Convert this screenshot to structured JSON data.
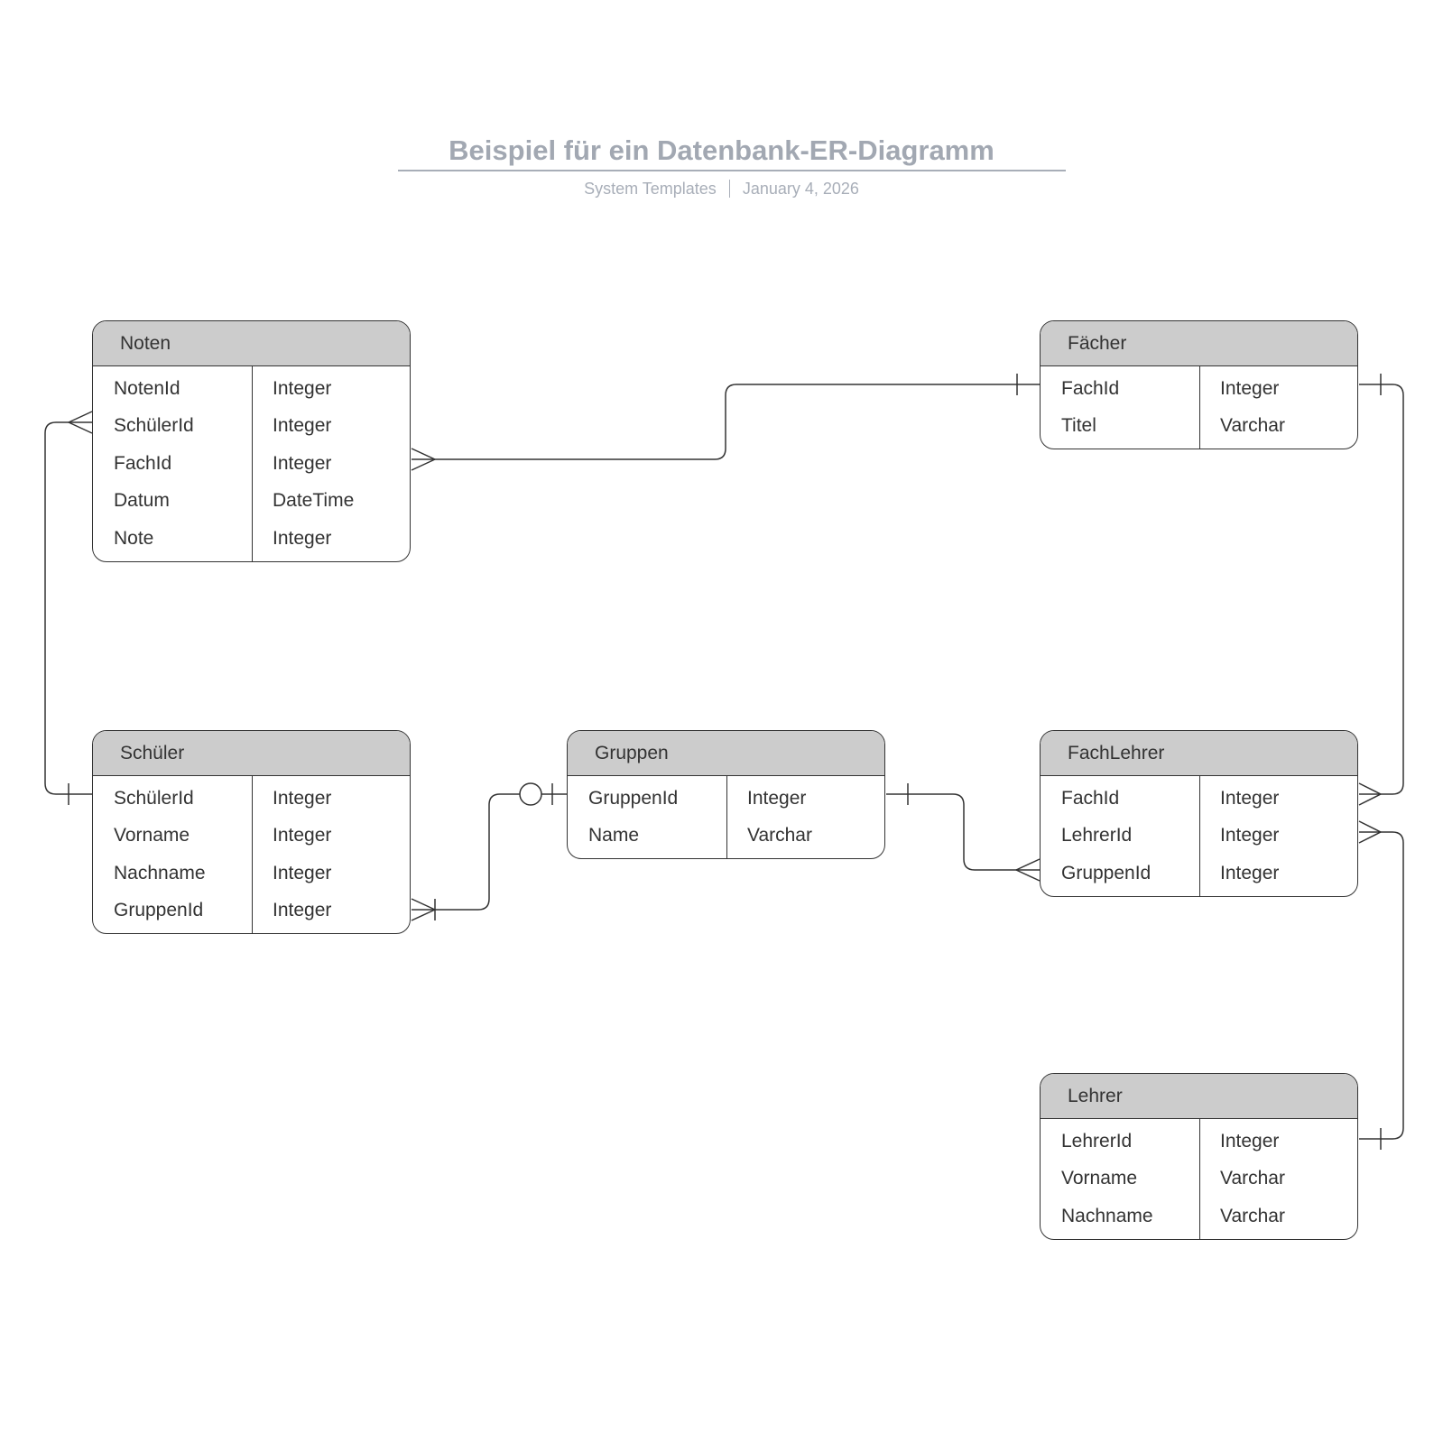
{
  "header": {
    "title": "Beispiel für ein Datenbank-ER-Diagramm",
    "author": "System Templates",
    "date": "January 4, 2026"
  },
  "entities": {
    "noten": {
      "name": "Noten",
      "fields": [
        {
          "name": "NotenId",
          "type": "Integer"
        },
        {
          "name": "SchülerId",
          "type": "Integer"
        },
        {
          "name": "FachId",
          "type": "Integer"
        },
        {
          "name": "Datum",
          "type": "DateTime"
        },
        {
          "name": "Note",
          "type": "Integer"
        }
      ]
    },
    "faecher": {
      "name": "Fächer",
      "fields": [
        {
          "name": "FachId",
          "type": "Integer"
        },
        {
          "name": "Titel",
          "type": "Varchar"
        }
      ]
    },
    "schueler": {
      "name": "Schüler",
      "fields": [
        {
          "name": "SchülerId",
          "type": "Integer"
        },
        {
          "name": "Vorname",
          "type": "Integer"
        },
        {
          "name": "Nachname",
          "type": "Integer"
        },
        {
          "name": "GruppenId",
          "type": "Integer"
        }
      ]
    },
    "gruppen": {
      "name": "Gruppen",
      "fields": [
        {
          "name": "GruppenId",
          "type": "Integer"
        },
        {
          "name": "Name",
          "type": "Varchar"
        }
      ]
    },
    "fachlehrer": {
      "name": "FachLehrer",
      "fields": [
        {
          "name": "FachId",
          "type": "Integer"
        },
        {
          "name": "LehrerId",
          "type": "Integer"
        },
        {
          "name": "GruppenId",
          "type": "Integer"
        }
      ]
    },
    "lehrer": {
      "name": "Lehrer",
      "fields": [
        {
          "name": "LehrerId",
          "type": "Integer"
        },
        {
          "name": "Vorname",
          "type": "Varchar"
        },
        {
          "name": "Nachname",
          "type": "Varchar"
        }
      ]
    }
  },
  "relationships": [
    {
      "from": "Noten.FachId",
      "from_cardinality": "many",
      "to": "Fächer.FachId",
      "to_cardinality": "one"
    },
    {
      "from": "Noten.SchülerId",
      "from_cardinality": "many",
      "to": "Schüler.SchülerId",
      "to_cardinality": "one"
    },
    {
      "from": "Schüler.GruppenId",
      "from_cardinality": "one-or-many",
      "to": "Gruppen.GruppenId",
      "to_cardinality": "zero-or-one"
    },
    {
      "from": "Gruppen.GruppenId",
      "from_cardinality": "one",
      "to": "FachLehrer.GruppenId",
      "to_cardinality": "many"
    },
    {
      "from": "Fächer.FachId",
      "from_cardinality": "one",
      "to": "FachLehrer.FachId",
      "to_cardinality": "many"
    },
    {
      "from": "Lehrer.LehrerId",
      "from_cardinality": "one",
      "to": "FachLehrer.LehrerId",
      "to_cardinality": "many"
    }
  ]
}
